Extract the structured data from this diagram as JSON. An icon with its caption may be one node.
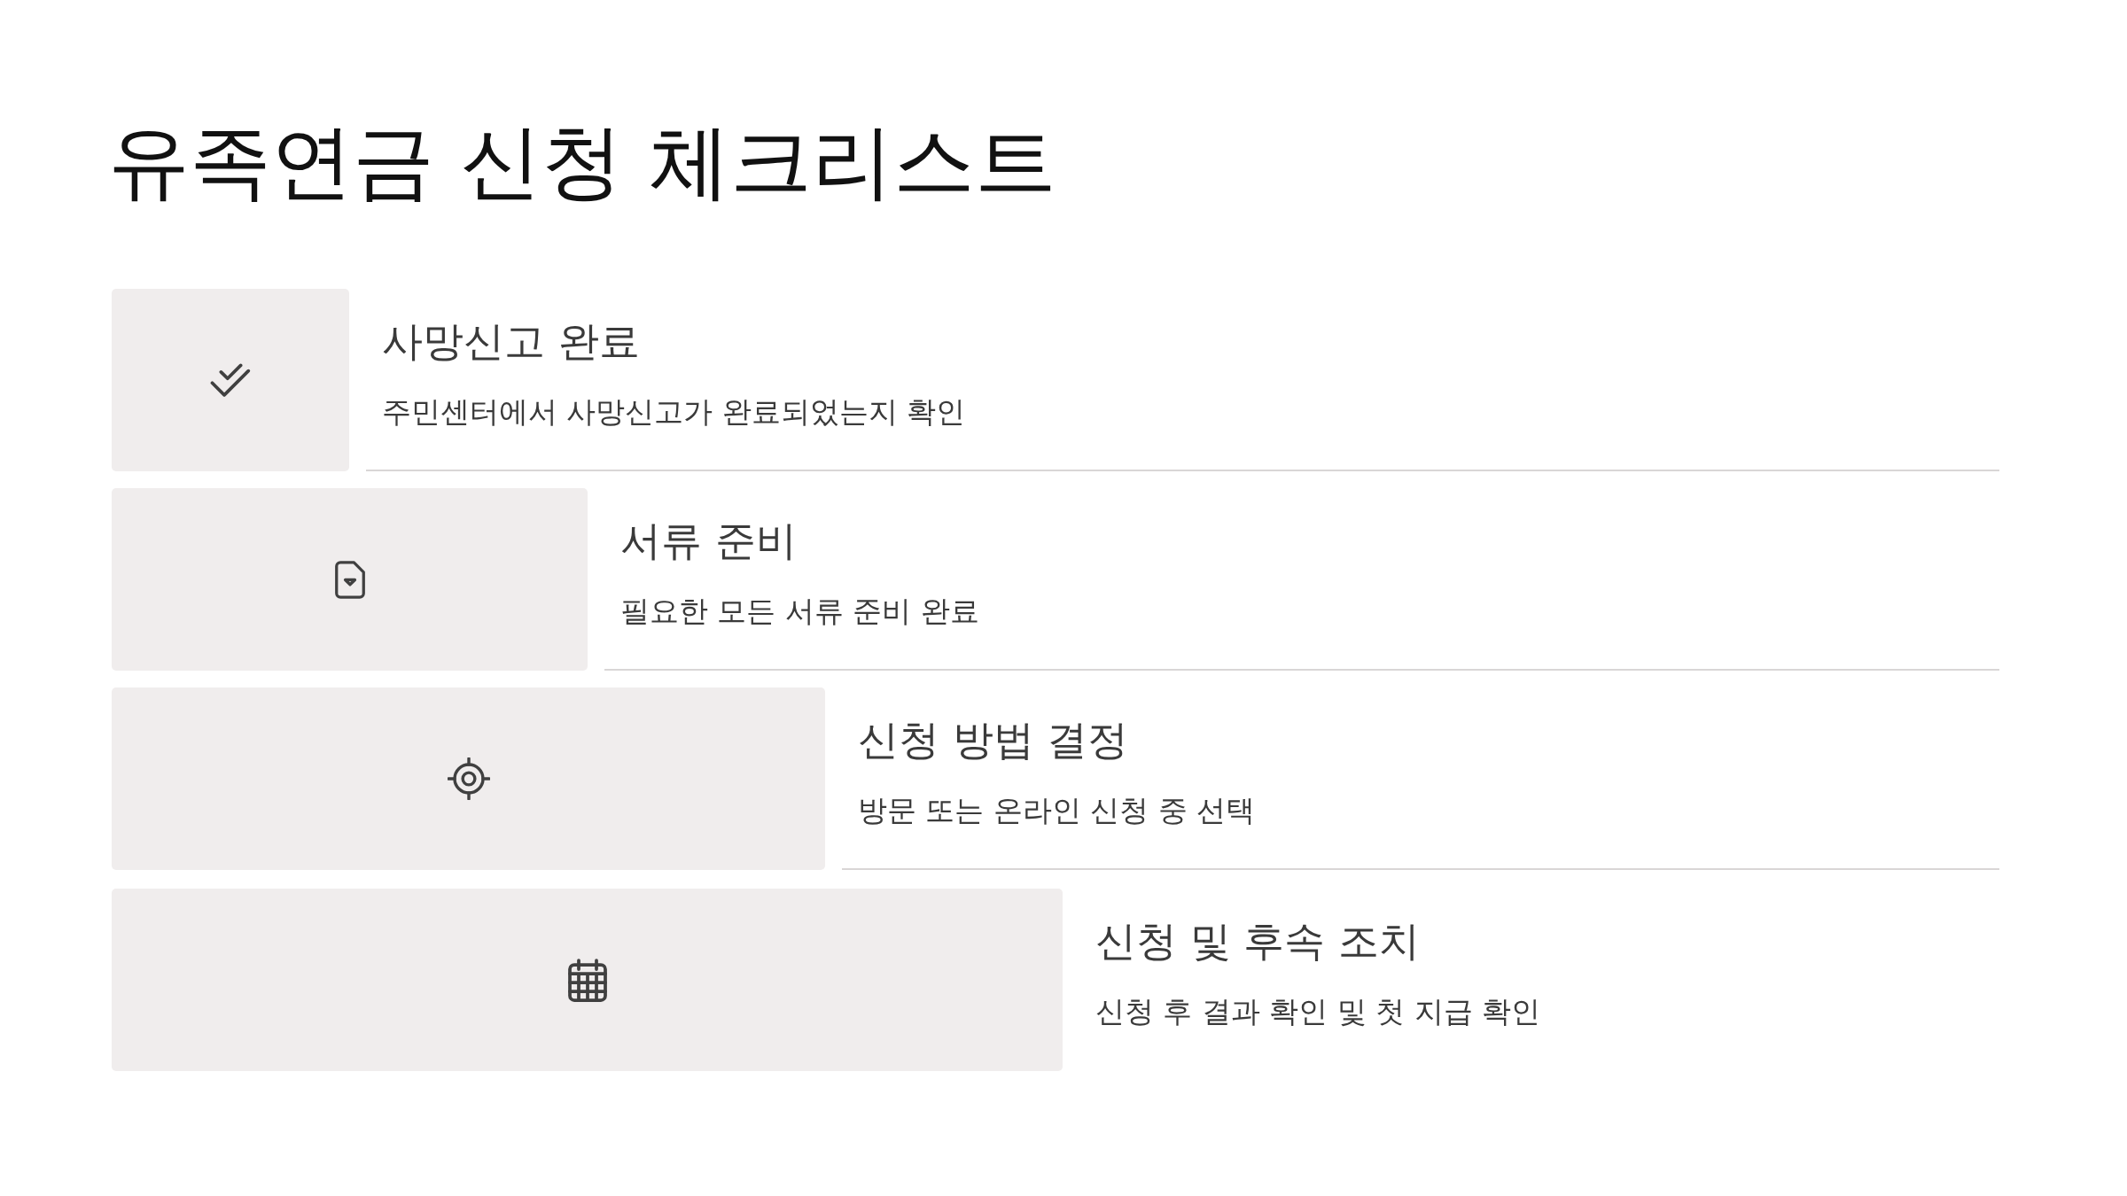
{
  "diagram": {
    "title": "유족연금 신청 체크리스트",
    "nodes": [
      {
        "text": [
          "사망신고 완료",
          "주민센터에서 사망신고가 완료되었는지 확인"
        ]
      },
      {
        "text": [
          "서류 준비",
          "필요한 모든 서류 준비 완료"
        ]
      },
      {
        "text": [
          "신청 방법 결정",
          "방문 또는 온라인 신청 중 선택"
        ]
      },
      {
        "text": [
          "신청 및 후속 조치",
          "신청 후 결과 확인 및 첫 지급 확인"
        ]
      }
    ]
  }
}
